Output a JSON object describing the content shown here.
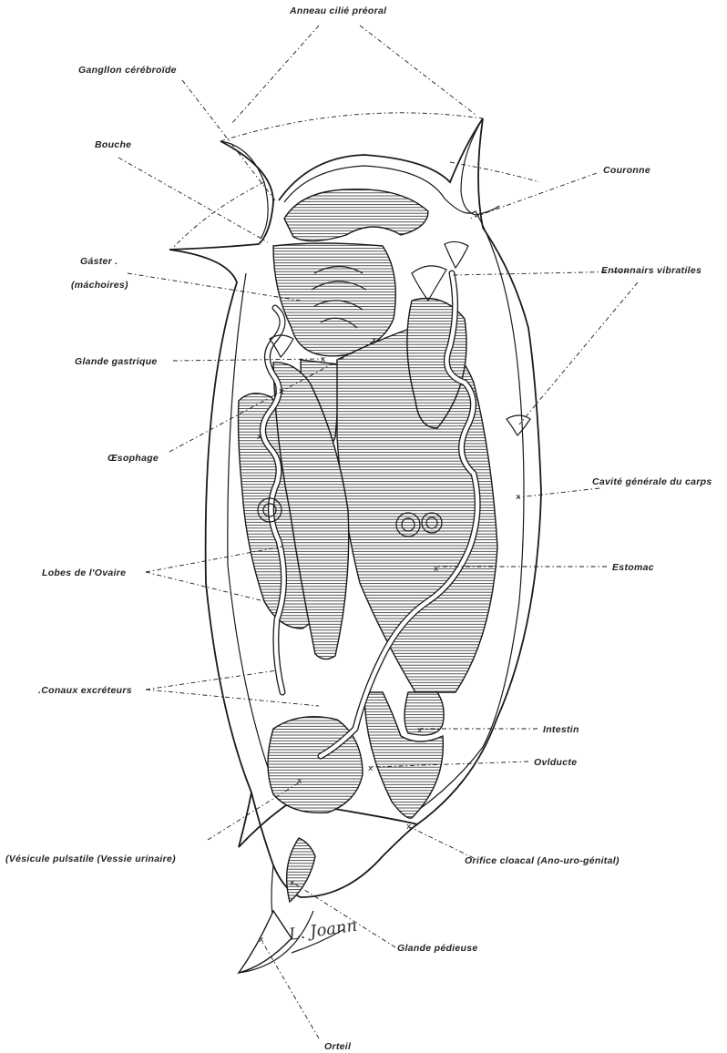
{
  "labels": {
    "anneau": "Anneau cilié préoral",
    "ganglion": "Gangllon cérébroïde",
    "bouche": "Bouche",
    "couronne": "Couronne",
    "gaster": "Gáster .",
    "machoires": "(máchoires)",
    "entonnoirs": "Entonnairs vibratiles",
    "glande_gastrique": "Glande gastrique",
    "oesophage": "Œsophage",
    "cavite": "Cavité générale du carps",
    "lobes": "Lobes de l'Ovaire",
    "estomac": "Estomac",
    "canaux": ".Conaux excréteurs",
    "intestin": "Intestin",
    "oviducte": "Ovlducte",
    "vesicule": "(Vésicule pulsatile (Vessie urinaire)",
    "orifice": "Orifice cloacal (Ano-uro-génital)",
    "glande_pedieuse": "Glande pédieuse",
    "orteil": "Orteil"
  },
  "signature": "L. Joann",
  "colors": {
    "ink": "#1a1a1a",
    "paper": "#ffffff"
  }
}
